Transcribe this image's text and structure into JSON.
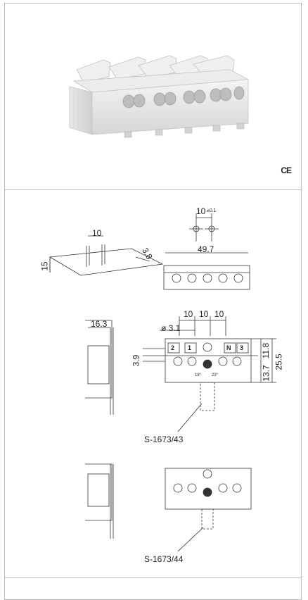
{
  "certification": {
    "ce_mark": "CE"
  },
  "drawing": {
    "pitch_detail": {
      "pitch": "10",
      "tolerance": "±0.1"
    },
    "pcb_sketch": {
      "pin_spacing": "10",
      "height": "15",
      "thickness": "3.8"
    },
    "top_view": {
      "overall_width": "49.7"
    },
    "front_view": {
      "pitch_1": "10",
      "pitch_2": "10",
      "pitch_3": "10",
      "hole_diameter": "ø 3.1",
      "offset": "3.9",
      "upper_height": "11.8",
      "lower_height": "13.7",
      "total_height": "25.5",
      "terminal_labels": [
        "2",
        "1",
        "N",
        "3"
      ],
      "angle_labels": [
        "18°",
        "23°"
      ]
    },
    "side_view": {
      "depth": "16.3"
    },
    "variants": [
      {
        "part_number": "S-1673/43"
      },
      {
        "part_number": "S-1673/44"
      }
    ]
  }
}
